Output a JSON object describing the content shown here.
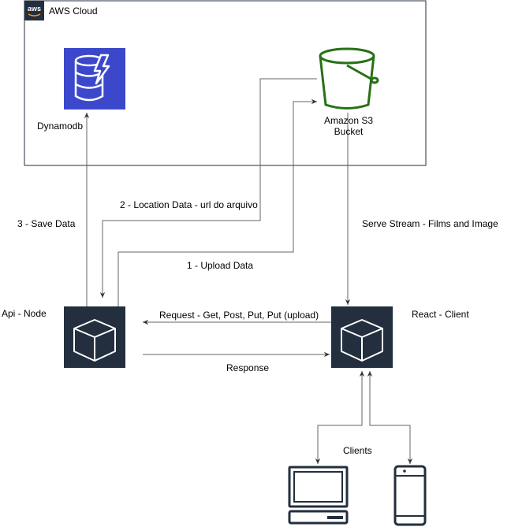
{
  "cloud": {
    "title": "AWS Cloud",
    "badge": "aws"
  },
  "nodes": {
    "dynamodb": "Dynamodb",
    "s3_line1": "Amazon S3",
    "s3_line2": "Bucket",
    "api": "Api - Node",
    "react": "React - Client",
    "clients": "Clients"
  },
  "edges": {
    "save_data": "3 - Save Data",
    "location_data": "2 - Location Data - url do arquivo",
    "upload_data": "1 - Upload Data",
    "serve_stream": "Serve Stream - Films and Image",
    "request": "Request - Get, Post, Put, Put (upload)",
    "response": "Response"
  },
  "colors": {
    "dynamodb": "#3b48cc",
    "s3": "#277116",
    "compute": "#232f3e",
    "line": "#666666"
  },
  "icons": {
    "dynamodb": "dynamodb-icon",
    "s3": "s3-bucket-icon",
    "api": "compute-cube-icon",
    "react": "compute-cube-icon",
    "desktop": "desktop-client-icon",
    "mobile": "mobile-client-icon"
  }
}
